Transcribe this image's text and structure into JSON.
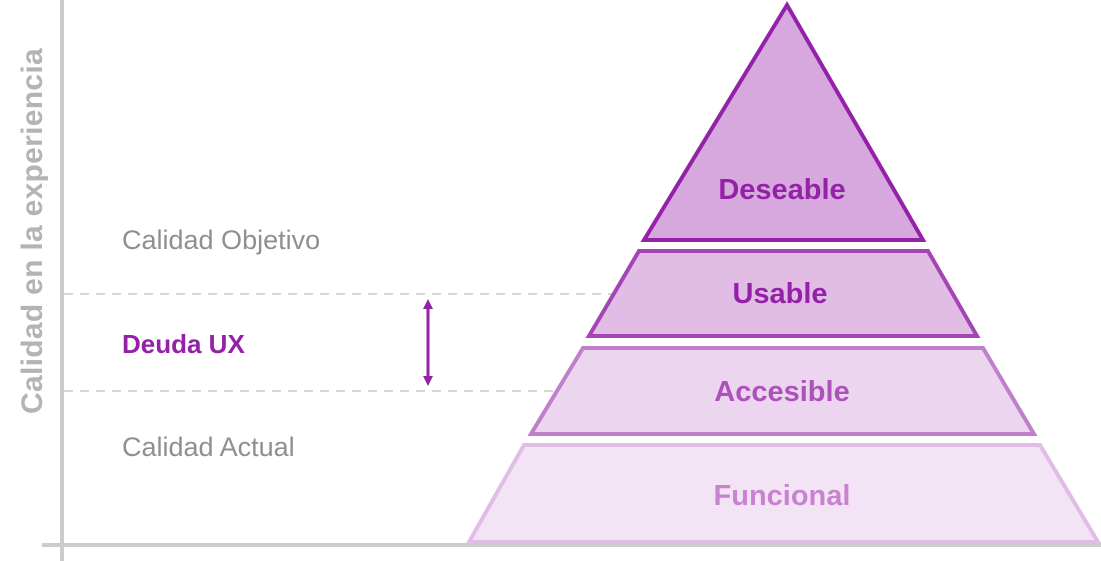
{
  "y_axis": {
    "label": "Calidad en la experiencia"
  },
  "side_labels": {
    "target": "Calidad Objetivo",
    "debt": "Deuda UX",
    "current": "Calidad Actual"
  },
  "pyramid": {
    "levels": [
      {
        "label": "Deseable",
        "fill": "#d7a8dd",
        "stroke": "#9322a8",
        "text_color": "#9322a8"
      },
      {
        "label": "Usable",
        "fill": "#e1bde6",
        "stroke": "#a346b3",
        "text_color": "#9322a8"
      },
      {
        "label": "Accesible",
        "fill": "#ebd5ef",
        "stroke": "#c07fca",
        "text_color": "#ad52bb"
      },
      {
        "label": "Funcional",
        "fill": "#f3e4f5",
        "stroke": "#dfbde5",
        "text_color": "#c982d1"
      }
    ]
  },
  "colors": {
    "accent": "#9322a8",
    "axis": "#cccccc",
    "muted_text": "#8f8f8f"
  },
  "icons": {
    "debt_arrow": "double-headed-arrow-icon"
  }
}
